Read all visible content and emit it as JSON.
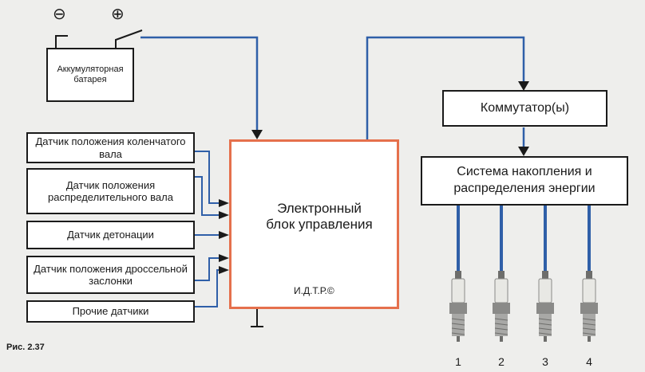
{
  "battery": {
    "minus_symbol": "⊖",
    "plus_symbol": "⊕",
    "label": "Аккумуляторная батарея"
  },
  "sensors": [
    "Датчик положения коленчатого вала",
    "Датчик положения распределительного вала",
    "Датчик детонации",
    "Датчик положения дроссельной заслонки",
    "Прочие датчики"
  ],
  "ecu": {
    "title": "Электронный блок управления",
    "code": "И.Д.Т.Р.©"
  },
  "commutator": {
    "label": "Коммутатор(ы)"
  },
  "storage": {
    "label": "Система накопления и распределения энергии"
  },
  "spark_plugs": [
    "1",
    "2",
    "3",
    "4"
  ],
  "figure_caption": "Рис. 2.37",
  "colors": {
    "wire": "#2f5fa8",
    "ecu_border": "#e5704c",
    "plug_ceramic": "#e8e8e4",
    "plug_metal": "#8a8a88"
  }
}
